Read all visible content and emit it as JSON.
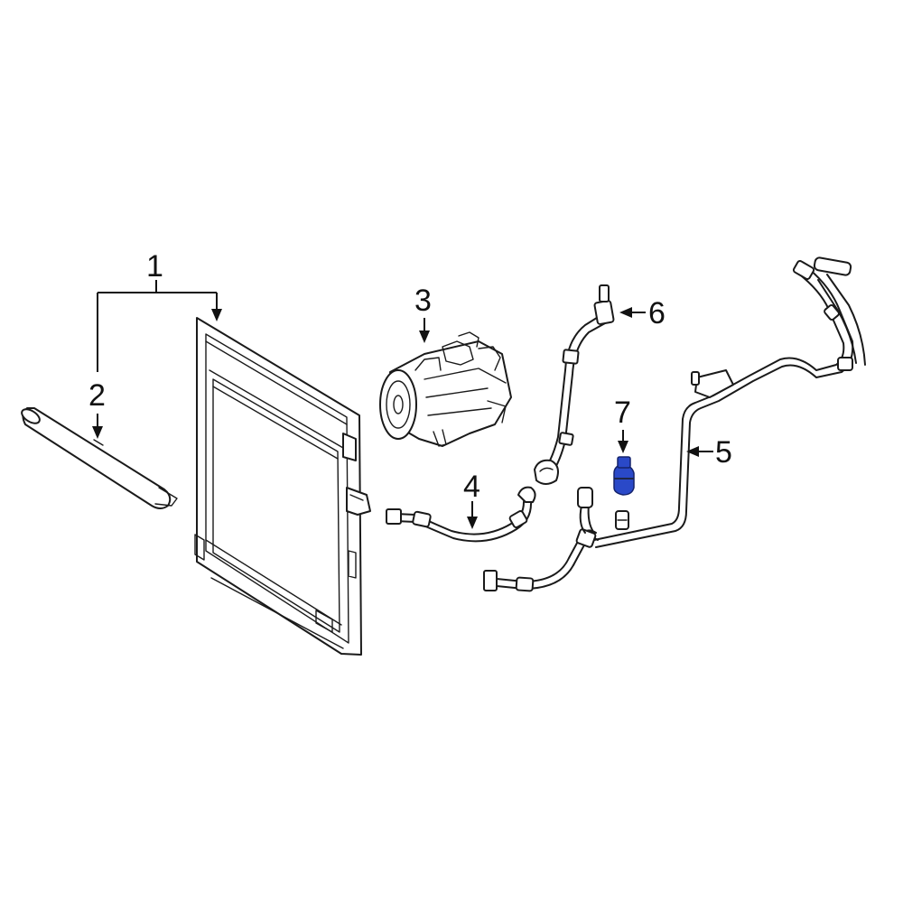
{
  "callouts": {
    "c1": "1",
    "c2": "2",
    "c3": "3",
    "c4": "4",
    "c5": "5",
    "c6": "6",
    "c7": "7"
  },
  "colors": {
    "highlight_part": "#2a49c8",
    "line": "#1a1a1a"
  }
}
